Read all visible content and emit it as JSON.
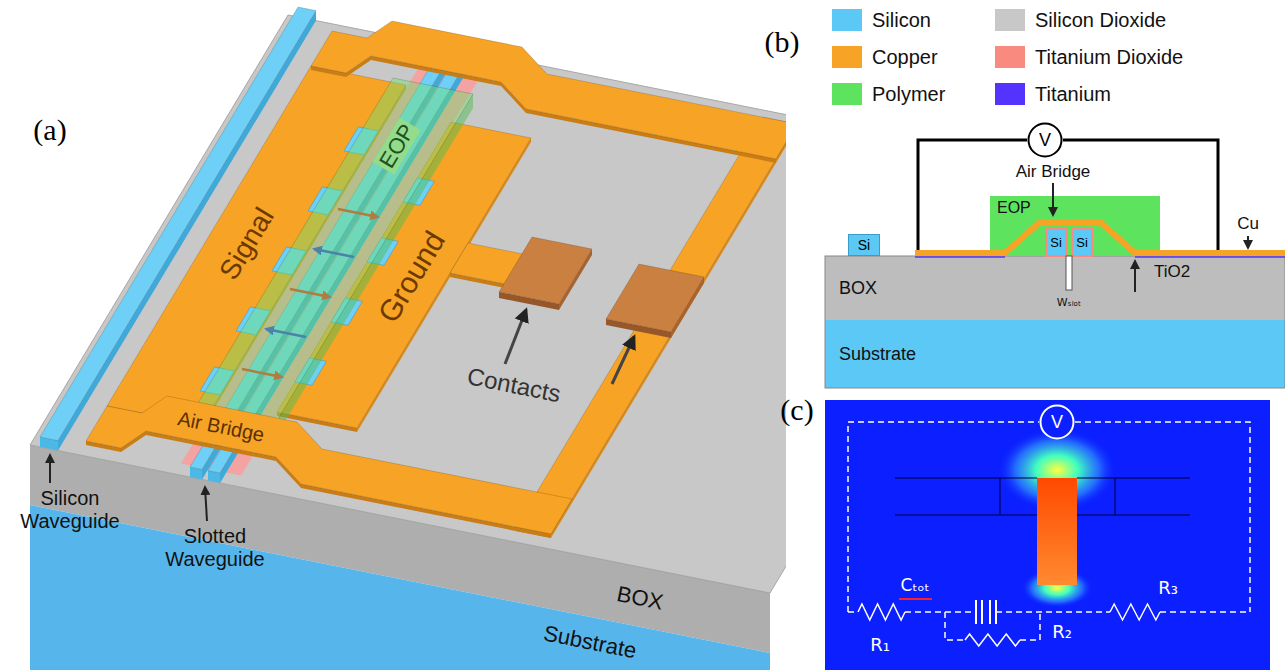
{
  "diagram": {
    "nodes": [
      {
        "text": [
          "V"
        ]
      },
      {
        "text": [
          "EOP"
        ]
      },
      {
        "text": [
          "Si"
        ]
      },
      {
        "text": [
          "BOX"
        ]
      },
      {
        "text": [
          "Substrate"
        ]
      },
      {
        "text": [
          "V"
        ]
      }
    ],
    "labels": [
      "(a)",
      "Signal",
      "Ground",
      "EOP",
      "Air Bridge",
      "Contacts",
      "Silicon Waveguide",
      "Slotted Waveguide",
      "BOX",
      "Substrate",
      "(b)",
      "Air Bridge",
      "Cu",
      "Si",
      "Si",
      "Wₛₗₒₜ",
      "TiO2",
      "(c)",
      "Cₜₒₜ",
      "R₁",
      "R₂",
      "R₃"
    ],
    "legend": [
      {
        "text": "Silicon",
        "color": "#5bc8f5"
      },
      {
        "text": "Silicon Dioxide",
        "color": "#c8c8c8"
      },
      {
        "text": "Copper",
        "color": "#f7a325"
      },
      {
        "text": "Titanium Dioxide",
        "color": "#f88a80"
      },
      {
        "text": "Polymer",
        "color": "#5ee35e"
      },
      {
        "text": "Titanium",
        "color": "#5533ff"
      }
    ]
  }
}
